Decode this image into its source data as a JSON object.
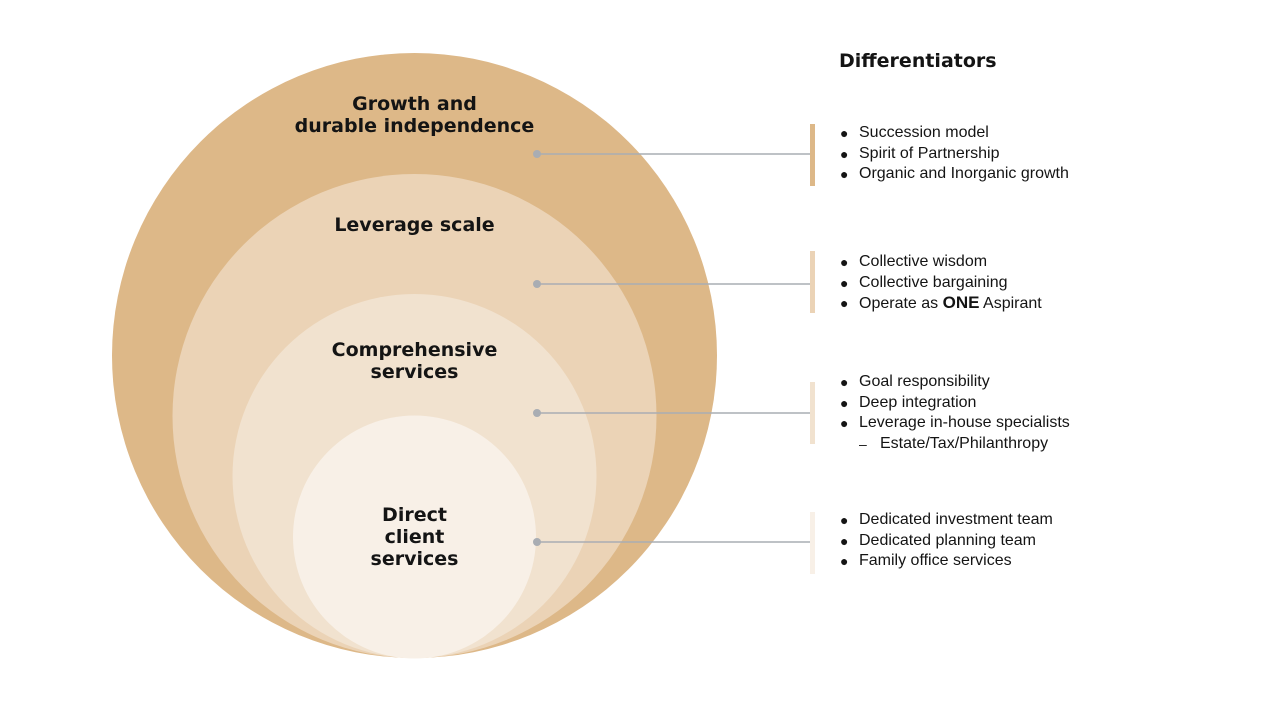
{
  "heading": "Differentiators",
  "layers": [
    {
      "id": "growth",
      "label_lines": [
        "Growth and",
        "durable independence"
      ],
      "color": "#DDB888",
      "bar_color": "#DDB888",
      "items": [
        {
          "parts": [
            {
              "text": "Succession model"
            }
          ]
        },
        {
          "parts": [
            {
              "text": "Spirit of Partnership"
            }
          ]
        },
        {
          "parts": [
            {
              "text": "Organic and Inorganic growth"
            }
          ]
        }
      ]
    },
    {
      "id": "scale",
      "label_lines": [
        "Leverage scale"
      ],
      "color": "#EBD3B6",
      "bar_color": "#EBD3B6",
      "items": [
        {
          "parts": [
            {
              "text": "Collective wisdom"
            }
          ]
        },
        {
          "parts": [
            {
              "text": "Collective bargaining"
            }
          ]
        },
        {
          "parts": [
            {
              "text": "Operate as "
            },
            {
              "text": "ONE",
              "bold": true
            },
            {
              "text": " Aspirant"
            }
          ]
        }
      ]
    },
    {
      "id": "comprehensive",
      "label_lines": [
        "Comprehensive",
        "services"
      ],
      "color": "#F1E2CF",
      "bar_color": "#F1E2CF",
      "items": [
        {
          "parts": [
            {
              "text": "Goal responsibility"
            }
          ]
        },
        {
          "parts": [
            {
              "text": "Deep integration"
            }
          ]
        },
        {
          "parts": [
            {
              "text": "Leverage in-house specialists"
            }
          ]
        },
        {
          "parts": [
            {
              "text": "Estate/Tax/Philanthropy"
            }
          ],
          "sub": true
        }
      ]
    },
    {
      "id": "direct",
      "label_lines": [
        "Direct",
        "client",
        "services"
      ],
      "color": "#F8F0E7",
      "bar_color": "#F8F0E7",
      "items": [
        {
          "parts": [
            {
              "text": "Dedicated investment team"
            }
          ]
        },
        {
          "parts": [
            {
              "text": "Dedicated planning team"
            }
          ]
        },
        {
          "parts": [
            {
              "text": "Family office services"
            }
          ]
        }
      ]
    }
  ],
  "connector_color": "#A9ADB3",
  "bullet_glyph": "●",
  "sub_bullet_glyph": "–"
}
